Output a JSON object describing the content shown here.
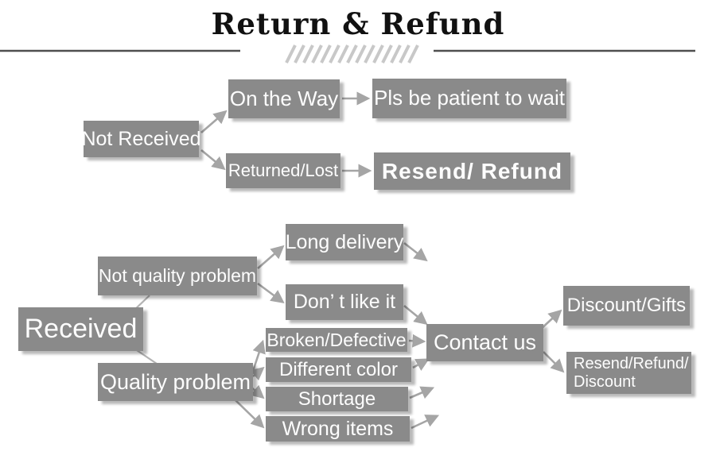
{
  "title": "Return & Refund",
  "colors": {
    "background": "#ffffff",
    "box_fill": "#8a8a8a",
    "box_text": "#fdfdfd",
    "box_shadow": "#bdbdbd",
    "arrow": "#a5a5a5",
    "separator_line": "#4f4f4f",
    "hatch": "#c8c8c8",
    "title_text": "#111111"
  },
  "not_received_flow": {
    "root": "Not Received",
    "on_the_way": "On the Way",
    "on_the_way_result": "Pls be patient to wait",
    "returned_lost": "Returned/Lost",
    "returned_lost_result": "Resend/ Refund"
  },
  "received_flow": {
    "root": "Received",
    "not_quality_problem": "Not quality problem",
    "long_delivery": "Long delivery",
    "dont_like_it": "Don’ t like it",
    "quality_problem": "Quality problem",
    "broken_defective": "Broken/Defective",
    "different_color": "Different color",
    "shortage": "Shortage",
    "wrong_items": "Wrong items",
    "contact_us": "Contact us",
    "discount_gifts": "Discount/Gifts",
    "resend_refund_discount": {
      "line1": "Resend/Refund/",
      "line2": "Discount"
    }
  }
}
